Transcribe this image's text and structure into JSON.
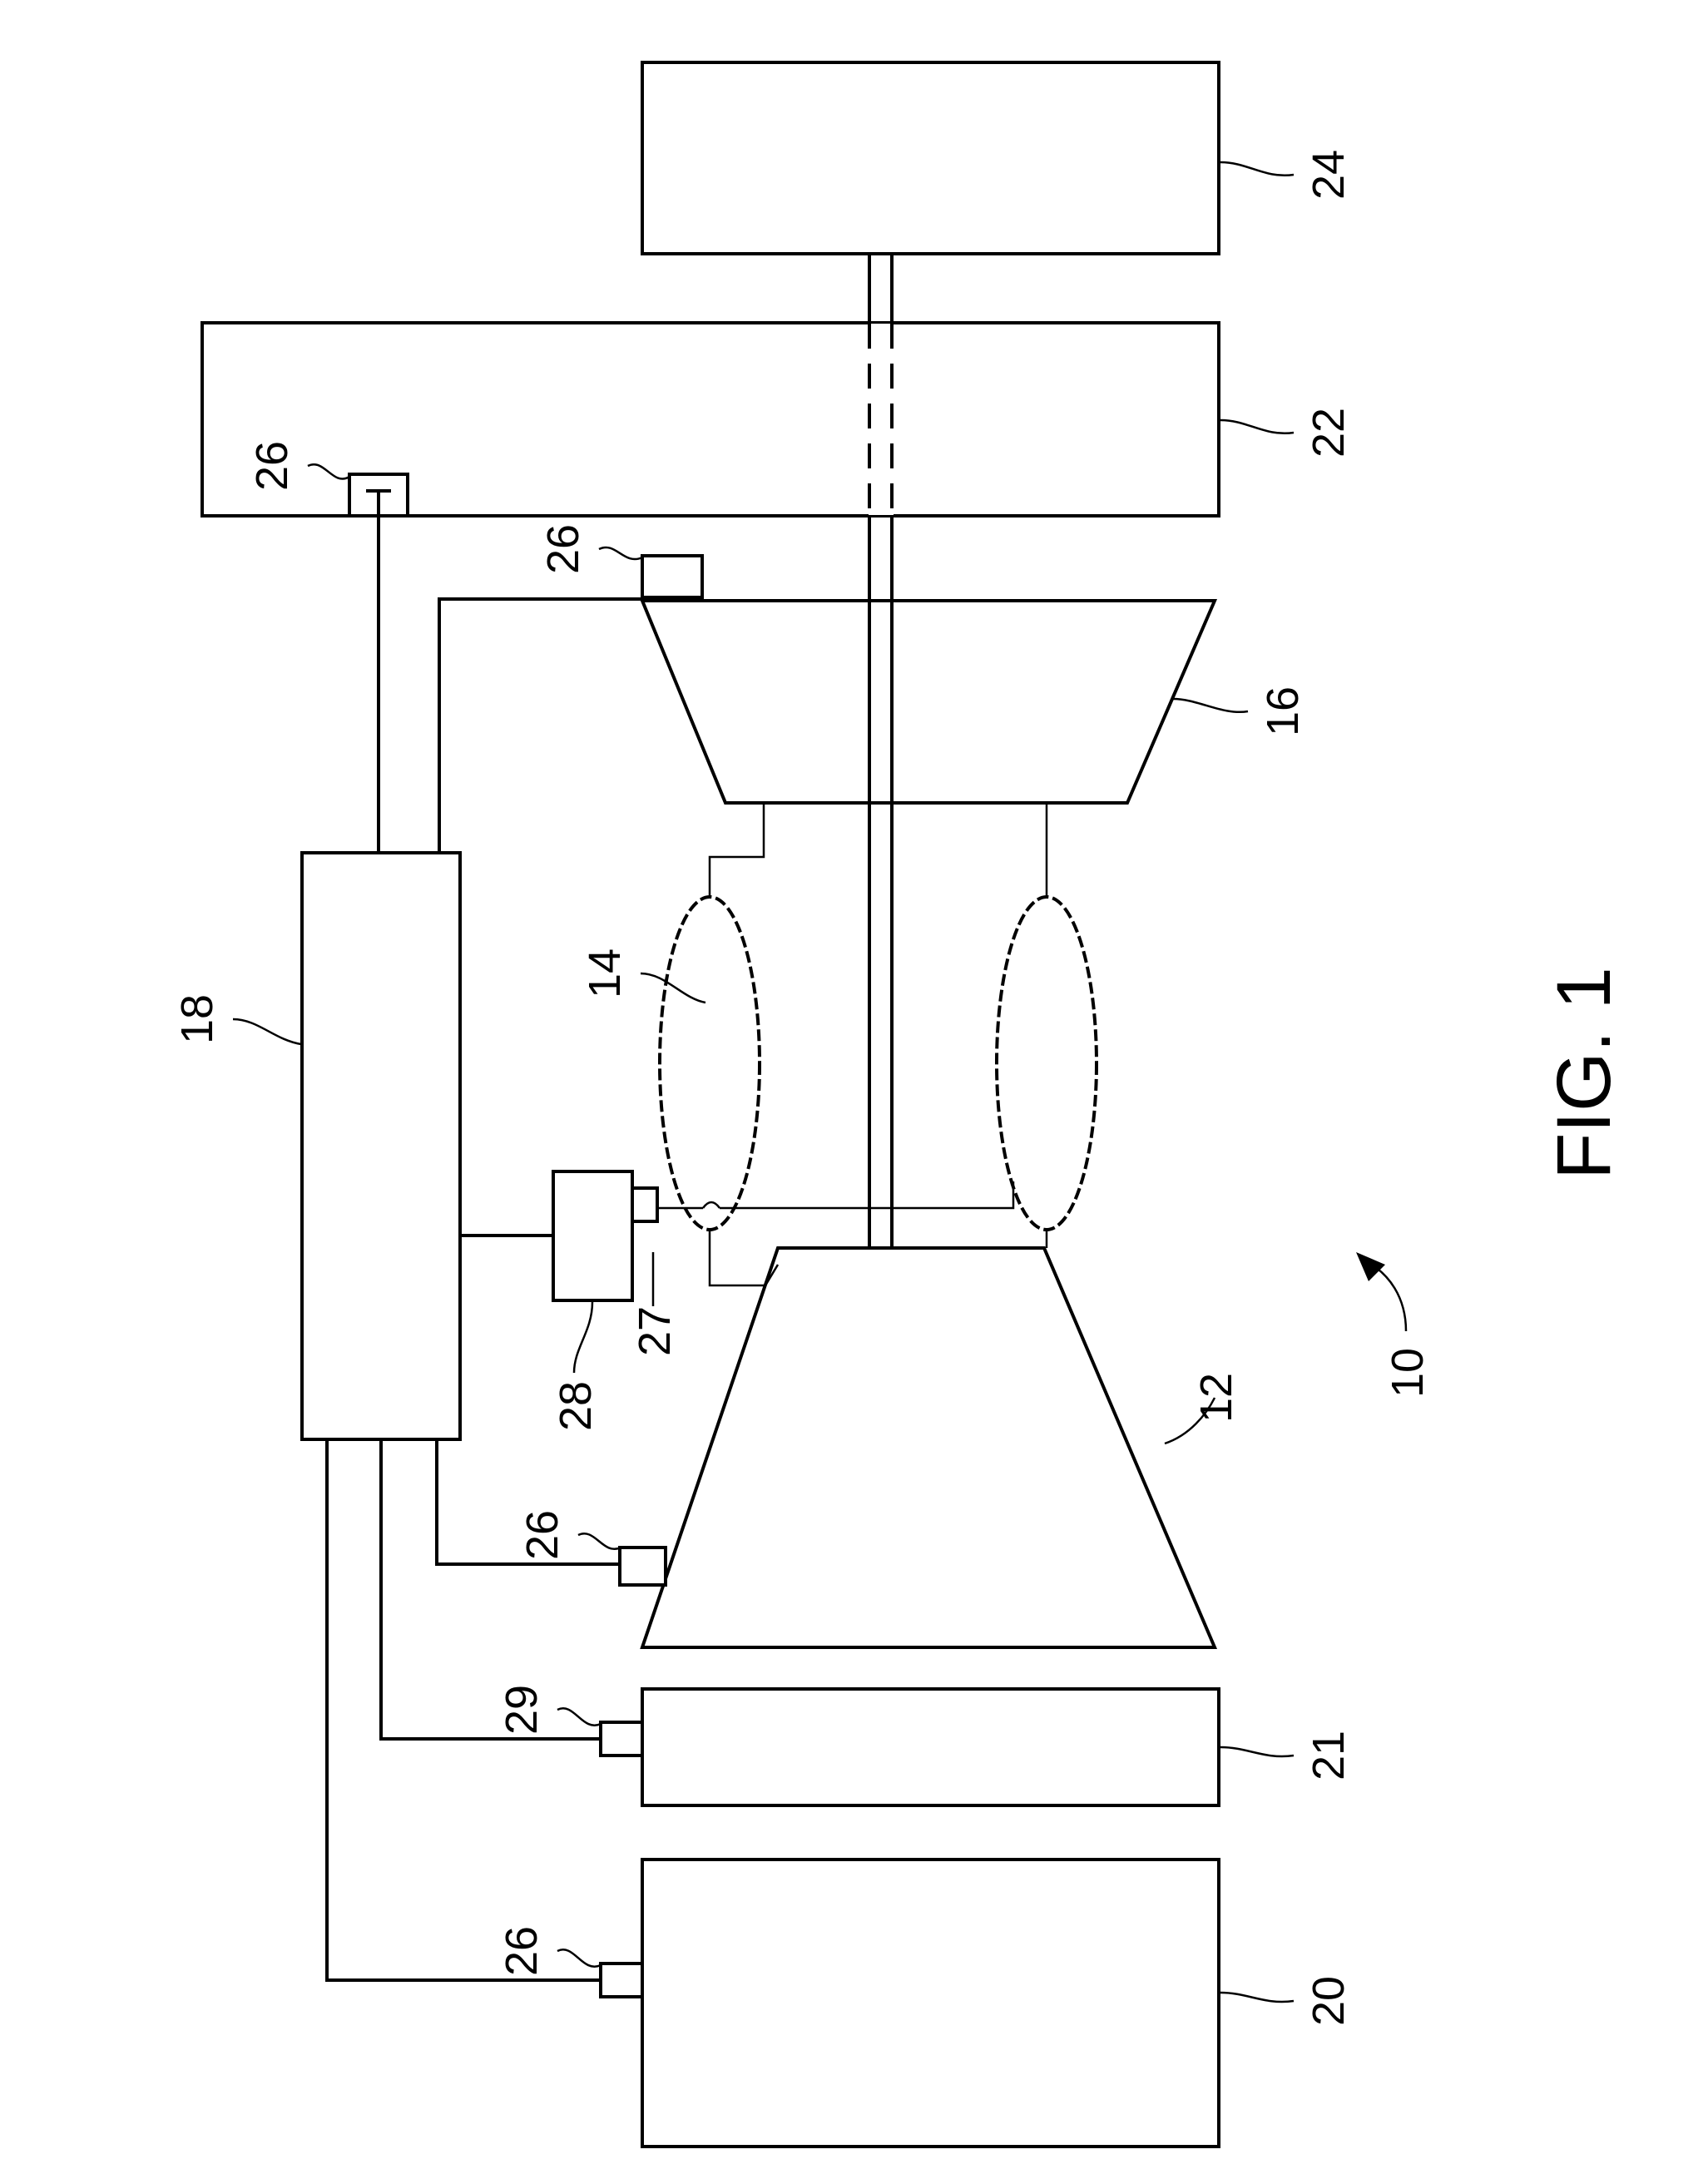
{
  "figure": {
    "caption": "FIG. 1",
    "colors": {
      "line": "#000000",
      "background": "#ffffff"
    },
    "labels": {
      "system": "10",
      "compressor": "12",
      "combustor": "14",
      "turbine": "16",
      "controller": "18",
      "component_20": "20",
      "component_21": "21",
      "component_22": "22",
      "component_24": "24",
      "sensor": "26",
      "sensor_27": "27",
      "component_28": "28",
      "sensor_29": "29"
    }
  }
}
